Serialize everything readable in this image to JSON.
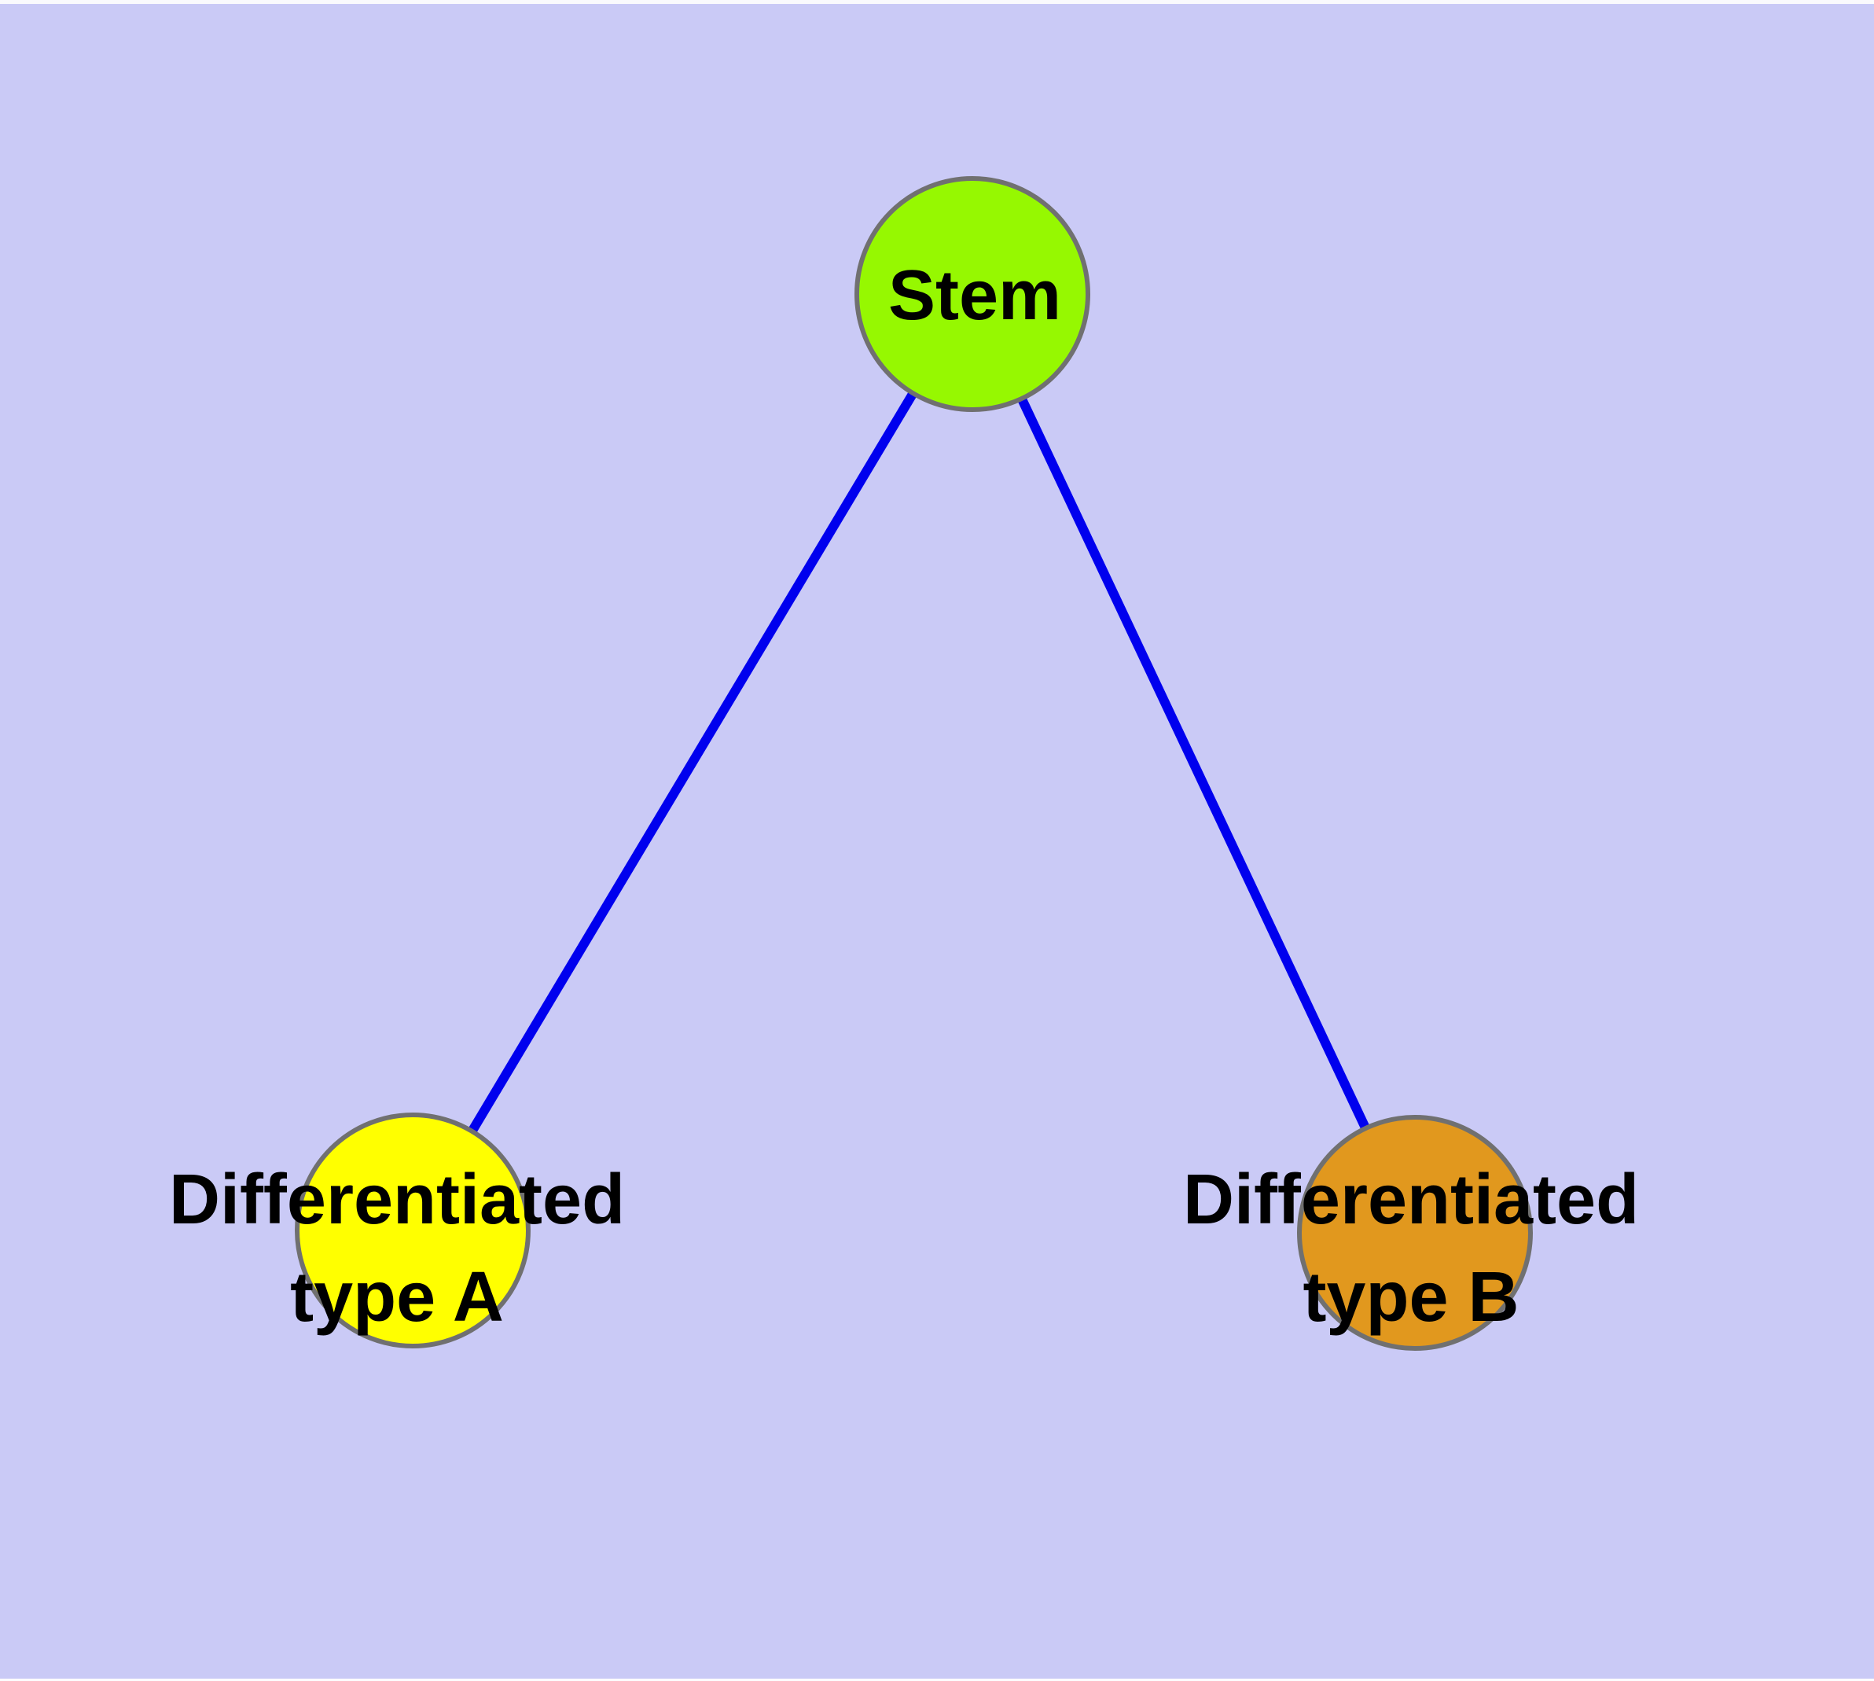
{
  "diagram": {
    "type": "graph",
    "background_color": "#CACAF6",
    "top_strip_color": "#FAFAFD",
    "bottom_strip_color": "#FDFDFE",
    "text_color": "#000000",
    "node_border_color": "#707070",
    "edge_color": "#0000EE",
    "nodes": [
      {
        "id": "stem",
        "label": "Stem",
        "fill": "#96F801"
      },
      {
        "id": "type-a",
        "label": "Differentiated\ntype A",
        "fill": "#FFFF00"
      },
      {
        "id": "type-b",
        "label": "Differentiated\ntype B",
        "fill": "#E1981E"
      }
    ],
    "edges": [
      {
        "from": "stem",
        "to": "type-a"
      },
      {
        "from": "stem",
        "to": "type-b"
      }
    ]
  }
}
